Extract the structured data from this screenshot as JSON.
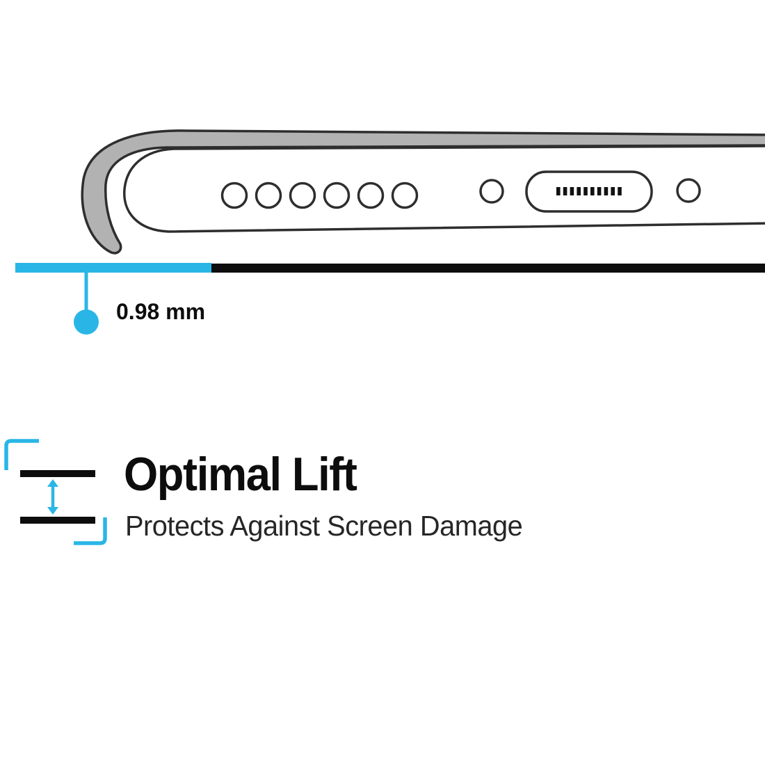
{
  "colors": {
    "accent": "#29b6e6",
    "ink": "#0d0d0d",
    "case_gray": "#b2b2b2",
    "outline": "#2e2e2e"
  },
  "measurement": {
    "label": "0.98 mm"
  },
  "feature": {
    "title": "Optimal Lift",
    "subtitle": "Protects Against Screen Damage"
  },
  "phone": {
    "speaker_hole_count": 6,
    "port_pin_count": 10
  }
}
